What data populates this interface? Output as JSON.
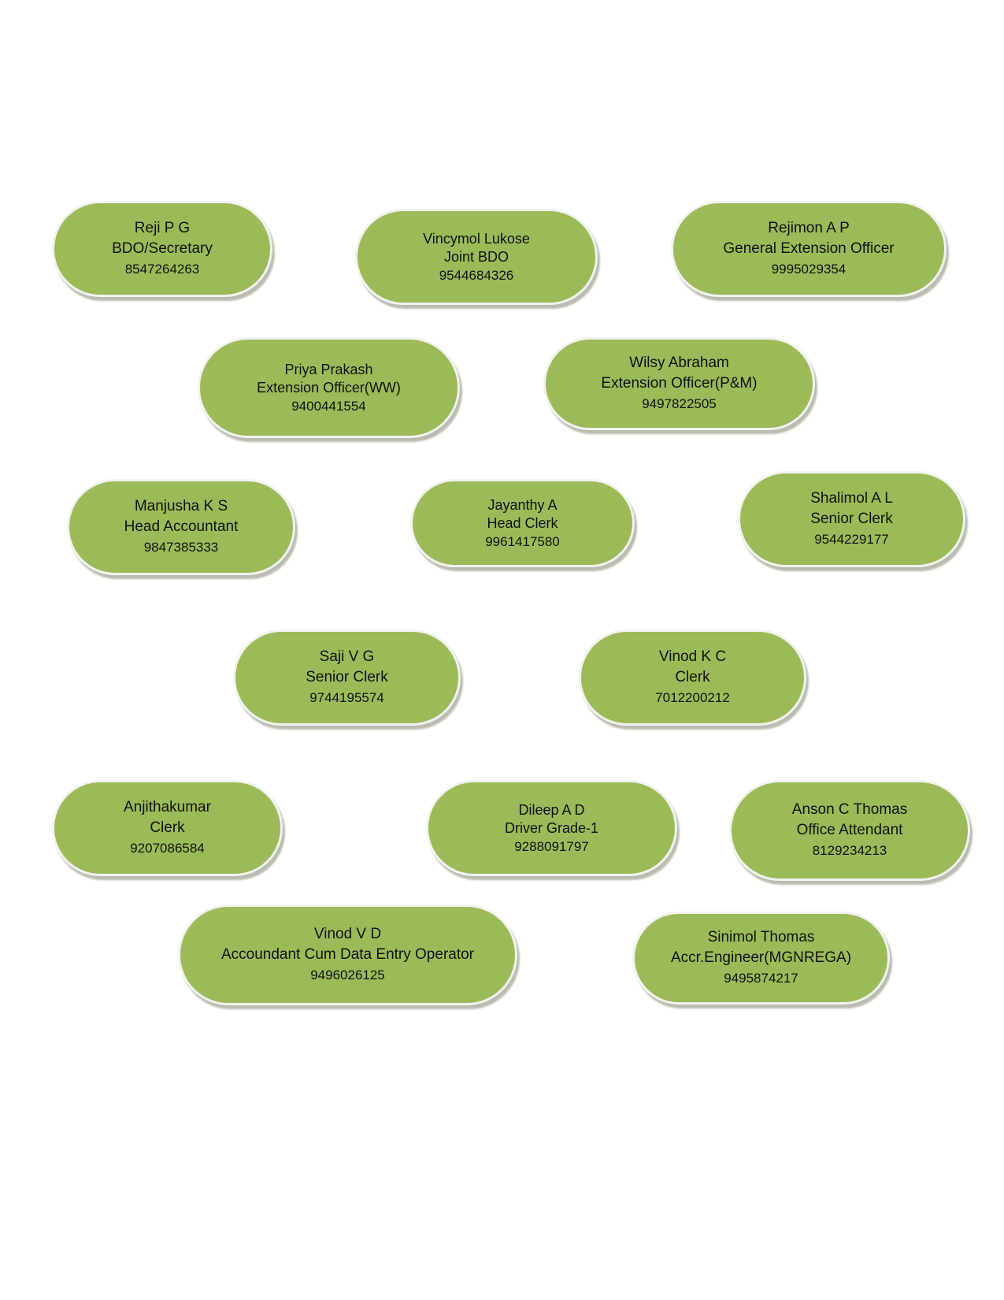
{
  "staff": [
    {
      "name": "Reji P G",
      "designation": "BDO/Secretary",
      "phone": "8547264263"
    },
    {
      "name": "Vincymol Lukose",
      "designation": "Joint BDO",
      "phone": "9544684326"
    },
    {
      "name": "Rejimon A P",
      "designation": "General Extension Officer",
      "phone": "9995029354"
    },
    {
      "name": "Priya Prakash",
      "designation": "Extension Officer(WW)",
      "phone": "9400441554"
    },
    {
      "name": "Wilsy Abraham",
      "designation": "Extension Officer(P&M)",
      "phone": "9497822505"
    },
    {
      "name": "Manjusha K S",
      "designation": "Head Accountant",
      "phone": "9847385333"
    },
    {
      "name": "Jayanthy A",
      "designation": "Head Clerk",
      "phone": "9961417580"
    },
    {
      "name": "Shalimol A L",
      "designation": "Senior Clerk",
      "phone": "9544229177"
    },
    {
      "name": "Saji V G",
      "designation": "Senior Clerk",
      "phone": "9744195574"
    },
    {
      "name": "Vinod K C",
      "designation": "Clerk",
      "phone": "7012200212"
    },
    {
      "name": "Anjithakumar",
      "designation": "Clerk",
      "phone": "9207086584"
    },
    {
      "name": "Dileep A D",
      "designation": "Driver Grade-1",
      "phone": "9288091797"
    },
    {
      "name": "Anson C Thomas",
      "designation": "Office Attendant",
      "phone": "8129234213"
    },
    {
      "name": "Vinod V D",
      "designation": "Accoundant Cum Data Entry Operator",
      "phone": "9496026125"
    },
    {
      "name": "Sinimol Thomas",
      "designation": "Accr.Engineer(MGNREGA)",
      "phone": "9495874217"
    }
  ]
}
